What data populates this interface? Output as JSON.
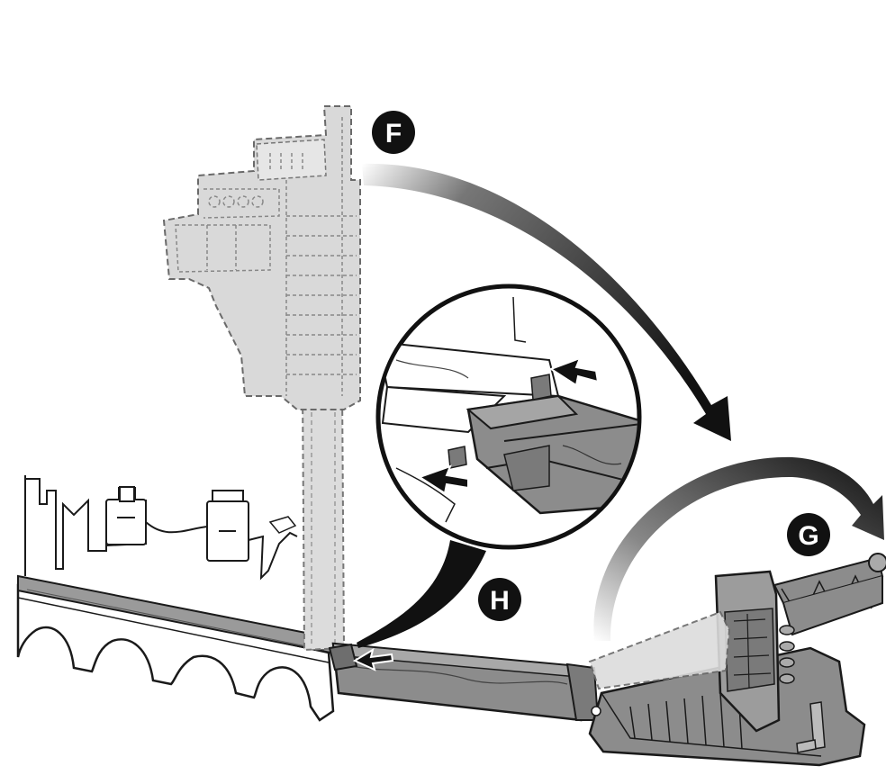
{
  "figure": {
    "labels": {
      "f": "F",
      "g": "G",
      "h": "H"
    },
    "colors": {
      "badge": "#111111",
      "track_gray": "#8c8c8c",
      "track_dark": "#6e6e6e",
      "ghost_fill": "#d9d9d9",
      "arrow": "#111111"
    },
    "icons": [
      "rotate-arrow-icon",
      "push-arrow-icon"
    ]
  }
}
